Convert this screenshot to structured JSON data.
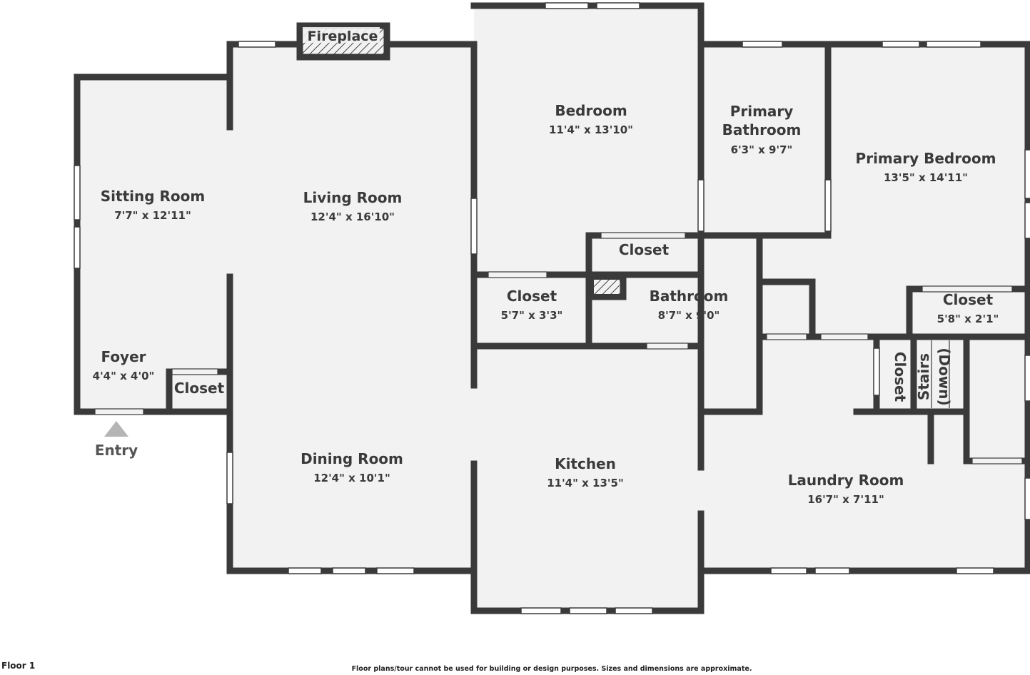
{
  "floor_label": "Floor 1",
  "disclaimer": "Floor plans/tour cannot be used for building or design purposes. Sizes and dimensions are approximate.",
  "entry_label": "Entry",
  "fireplace_label": "Fireplace",
  "colors": {
    "wall": "#3a3a3a",
    "floor": "#f2f2f2",
    "window": "#ffffff",
    "hatch": "#444444",
    "entry_arrow": "#b5b5b5"
  },
  "rooms": {
    "sitting_room": {
      "name": "Sitting Room",
      "dims": "7'7\" x 12'11\""
    },
    "living_room": {
      "name": "Living Room",
      "dims": "12'4\" x 16'10\""
    },
    "bedroom": {
      "name": "Bedroom",
      "dims": "11'4\" x 13'10\""
    },
    "primary_bathroom": {
      "name_line1": "Primary",
      "name_line2": "Bathroom",
      "dims": "6'3\" x 9'7\""
    },
    "primary_bedroom": {
      "name": "Primary Bedroom",
      "dims": "13'5\" x 14'11\""
    },
    "bedroom_closet": {
      "name": "Closet"
    },
    "hall_closet": {
      "name": "Closet",
      "dims": "5'7\" x 3'3\""
    },
    "bathroom": {
      "name": "Bathroom",
      "dims": "8'7\" x 9'0\""
    },
    "primary_closet": {
      "name": "Closet",
      "dims": "5'8\" x 2'1\""
    },
    "foyer": {
      "name": "Foyer",
      "dims": "4'4\" x 4'0\""
    },
    "foyer_closet": {
      "name": "Closet"
    },
    "dining_room": {
      "name": "Dining Room",
      "dims": "12'4\" x 10'1\""
    },
    "kitchen": {
      "name": "Kitchen",
      "dims": "11'4\" x 13'5\""
    },
    "laundry_room": {
      "name": "Laundry Room",
      "dims": "16'7\" x 7'11\""
    },
    "laundry_closet": {
      "name": "Closet"
    },
    "stairs": {
      "name_line1": "Stairs",
      "name_line2": "(Down)"
    }
  }
}
